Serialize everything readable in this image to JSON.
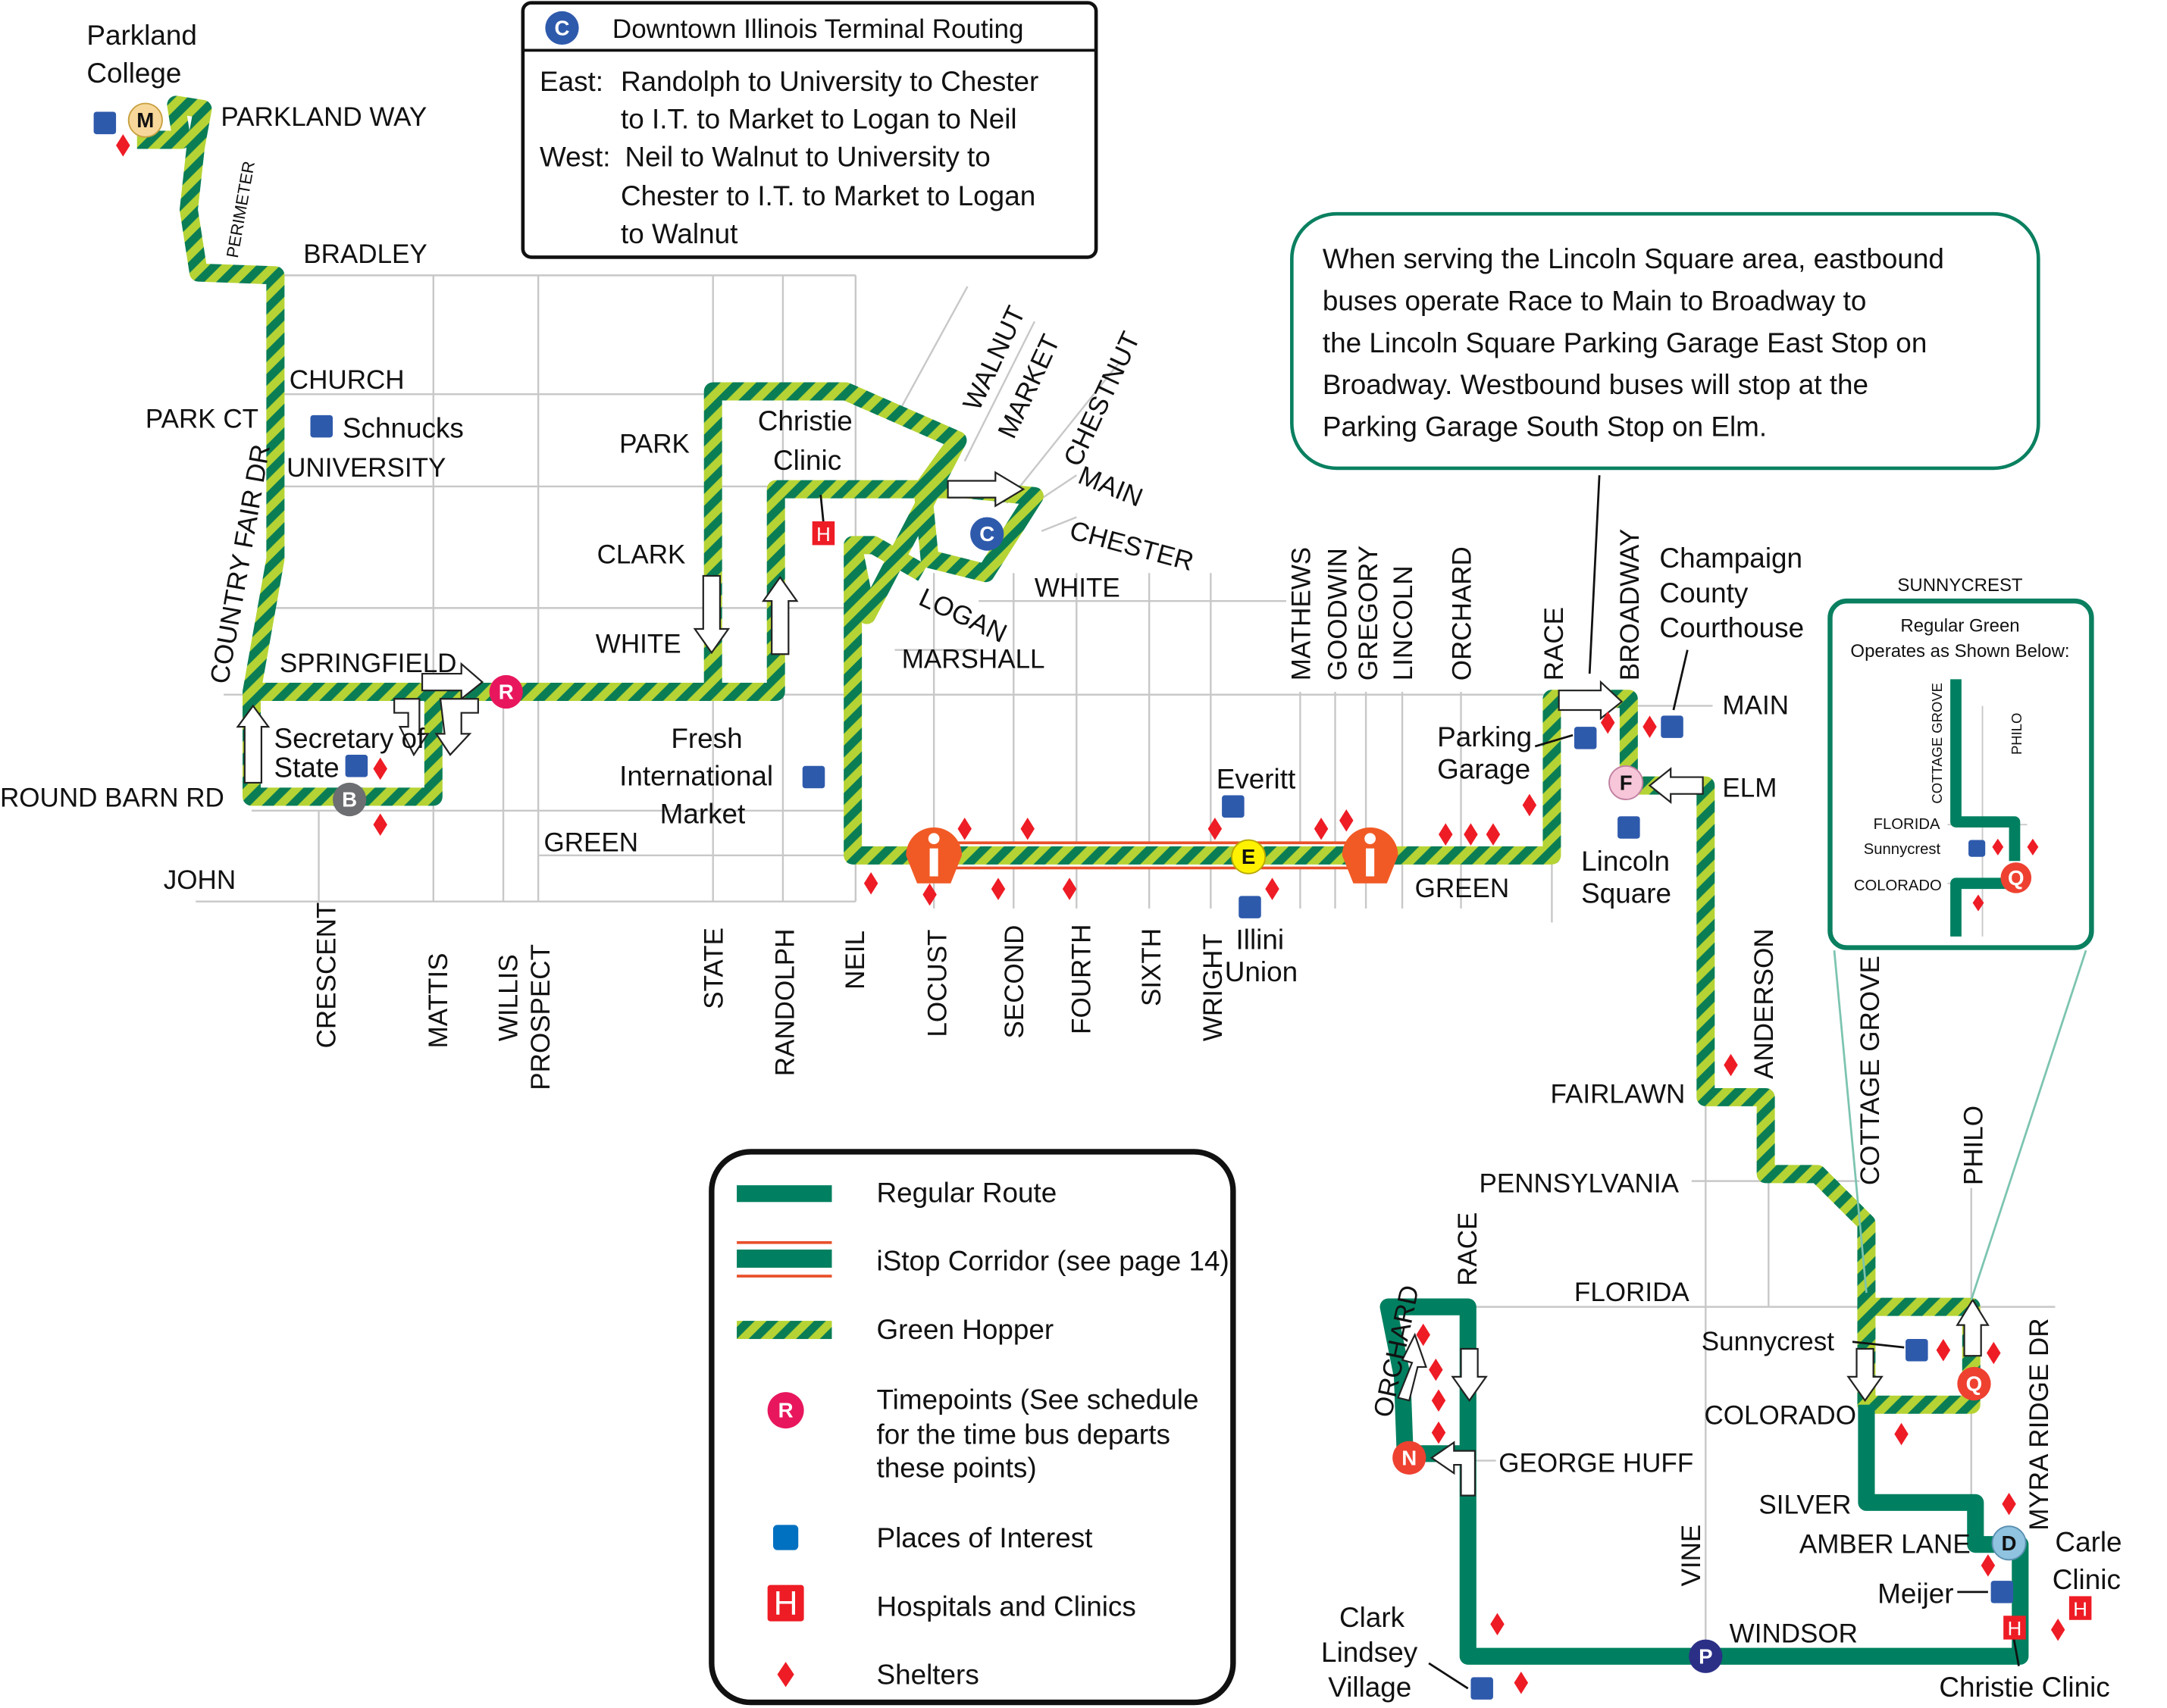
{
  "map_title_box": {
    "badge": "C",
    "title": "Downtown Illinois Terminal Routing",
    "east_label": "East:",
    "east_lines": [
      "Randolph to University to Chester",
      "to I.T. to Market to Logan to Neil"
    ],
    "west_label": "West:",
    "west_lines": [
      "Neil to Walnut to University to",
      "Chester to I.T. to Market to Logan",
      "to Walnut"
    ]
  },
  "lincoln_note": {
    "lines": [
      "When serving the Lincoln Square area, eastbound",
      "buses operate Race to Main to Broadway to",
      "the Lincoln Square Parking Garage East Stop on",
      "Broadway. Westbound buses will stop at the",
      "Parking Garage South Stop on Elm."
    ]
  },
  "inset": {
    "heading": "SUNNYCREST",
    "caption_1": "Regular Green",
    "caption_2": "Operates as Shown Below:",
    "cottage_grove": "COTTAGE GROVE",
    "philo": "PHILO",
    "florida": "FLORIDA",
    "sunnycrest": "Sunnycrest",
    "colorado": "COLORADO",
    "timepoint": "Q"
  },
  "streets": {
    "parkland_way": "PARKLAND WAY",
    "perimeter": "PERIMETER",
    "bradley": "BRADLEY",
    "church": "CHURCH",
    "park_ct": "PARK CT",
    "university": "UNIVERSITY",
    "country_fair": "COUNTRY FAIR DR",
    "springfield": "SPRINGFIELD",
    "round_barn": "ROUND BARN RD",
    "john": "JOHN",
    "green_w": "GREEN",
    "park": "PARK",
    "clark": "CLARK",
    "white_w": "WHITE",
    "walnut": "WALNUT",
    "market": "MARKET",
    "chestnut": "CHESTNUT",
    "main_d": "MAIN",
    "chester": "CHESTER",
    "white_e": "WHITE",
    "logan": "LOGAN",
    "marshall": "MARSHALL",
    "crescent": "CRESCENT",
    "mattis": "MATTIS",
    "willis": "WILLIS",
    "prospect": "PROSPECT",
    "state": "STATE",
    "randolph": "RANDOLPH",
    "neil": "NEIL",
    "locust": "LOCUST",
    "second": "SECOND",
    "fourth": "FOURTH",
    "sixth": "SIXTH",
    "wright": "WRIGHT",
    "mathews": "MATHEWS",
    "goodwin": "GOODWIN",
    "gregory": "GREGORY",
    "lincoln": "LINCOLN",
    "orchard_n": "ORCHARD",
    "race_n": "RACE",
    "broadway": "BROADWAY",
    "main_e": "MAIN",
    "elm": "ELM",
    "green_e": "GREEN",
    "anderson": "ANDERSON",
    "fairlawn": "FAIRLAWN",
    "pennsylvania": "PENNSYLVANIA",
    "cottage_grove": "COTTAGE GROVE",
    "philo": "PHILO",
    "florida": "FLORIDA",
    "orchard_s": "ORCHARD",
    "race_s": "RACE",
    "george_huff": "GEORGE HUFF",
    "colorado": "COLORADO",
    "sunnycrest": "Sunnycrest",
    "silver": "SILVER",
    "amber_lane": "AMBER LANE",
    "myra_ridge": "MYRA RIDGE DR",
    "vine": "VINE",
    "windsor": "WINDSOR"
  },
  "places": {
    "parkland_1": "Parkland",
    "parkland_2": "College",
    "schnucks": "Schnucks",
    "sos_1": "Secretary of",
    "sos_2": "State",
    "christie_1": "Christie",
    "christie_2": "Clinic",
    "fresh_1": "Fresh",
    "fresh_2": "International",
    "fresh_3": "Market",
    "everitt": "Everitt",
    "illini_1": "Illini",
    "illini_2": "Union",
    "garage_1": "Parking",
    "garage_2": "Garage",
    "lincoln_sq_1": "Lincoln",
    "lincoln_sq_2": "Square",
    "courthouse_1": "Champaign",
    "courthouse_2": "County",
    "courthouse_3": "Courthouse",
    "clark_1": "Clark",
    "clark_2": "Lindsey",
    "clark_3": "Village",
    "meijer": "Meijer",
    "carle_1": "Carle",
    "carle_2": "Clinic",
    "christie_s": "Christie Clinic"
  },
  "timepoints": {
    "M": "M",
    "R": "R",
    "B": "B",
    "C": "C",
    "E": "E",
    "F": "F",
    "Q": "Q",
    "N": "N",
    "D": "D",
    "P": "P"
  },
  "legend": {
    "regular": "Regular Route",
    "istop": "iStop Corridor (see page 14)",
    "hopper": "Green Hopper",
    "timepoint_symbol": "R",
    "timepoints_1": "Timepoints (See schedule",
    "timepoints_2": "for the time bus departs",
    "timepoints_3": "these points)",
    "places": "Places of  Interest",
    "hospital_symbol": "H",
    "hospitals": "Hospitals and Clinics",
    "shelters": "Shelters"
  },
  "colors": {
    "regular_route": "#008060",
    "hopper_lime": "#b5d334",
    "istop_orange": "#e8502a",
    "place_blue": "#2e5aac",
    "shelter_red": "#ee1c25",
    "timepoint_pink": "#e8175d",
    "note_border": "#0a8060"
  }
}
